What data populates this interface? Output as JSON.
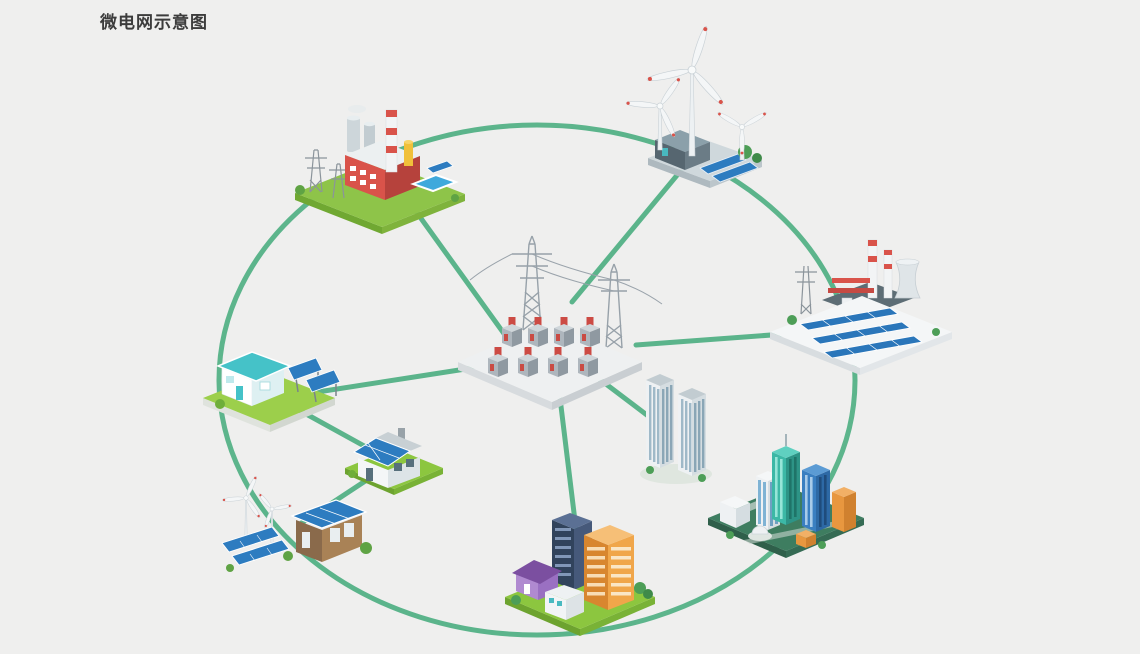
{
  "title": "微电网示意图",
  "colors": {
    "background": "#efefee",
    "connection_line": "#54b186",
    "title_text": "#3c3c3c",
    "grass_green": "#8cc63f",
    "solar_panel_blue": "#2d7cc0",
    "accent_red": "#d9534a"
  },
  "diagram": {
    "type": "microgrid-ring-network",
    "center_node": "transformer-substation",
    "nodes": [
      {
        "id": "coal-fired-power-plant",
        "position": "top-left"
      },
      {
        "id": "wind-power-station",
        "position": "top"
      },
      {
        "id": "thermal-plant-with-solar-farm",
        "position": "right"
      },
      {
        "id": "transformer-substation",
        "position": "center"
      },
      {
        "id": "residential-house-with-solar-panels",
        "position": "left"
      },
      {
        "id": "solar-roof-house",
        "position": "center-left"
      },
      {
        "id": "wind-and-solar-home",
        "position": "bottom-left"
      },
      {
        "id": "town-district",
        "position": "bottom-center"
      },
      {
        "id": "apartment-towers",
        "position": "center-right"
      },
      {
        "id": "city-skyline",
        "position": "bottom-right"
      }
    ],
    "connections": [
      {
        "from": "transformer-substation",
        "to": "coal-fired-power-plant"
      },
      {
        "from": "transformer-substation",
        "to": "wind-power-station"
      },
      {
        "from": "transformer-substation",
        "to": "thermal-plant-with-solar-farm"
      },
      {
        "from": "transformer-substation",
        "to": "apartment-towers"
      },
      {
        "from": "transformer-substation",
        "to": "town-district"
      },
      {
        "from": "transformer-substation",
        "to": "residential-house-with-solar-panels"
      },
      {
        "from": "residential-house-with-solar-panels",
        "to": "solar-roof-house"
      },
      {
        "from": "solar-roof-house",
        "to": "wind-and-solar-home"
      },
      {
        "ring": [
          "coal-fired-power-plant",
          "wind-power-station",
          "thermal-plant-with-solar-farm",
          "city-skyline",
          "town-district",
          "wind-and-solar-home",
          "residential-house-with-solar-panels"
        ]
      }
    ]
  }
}
